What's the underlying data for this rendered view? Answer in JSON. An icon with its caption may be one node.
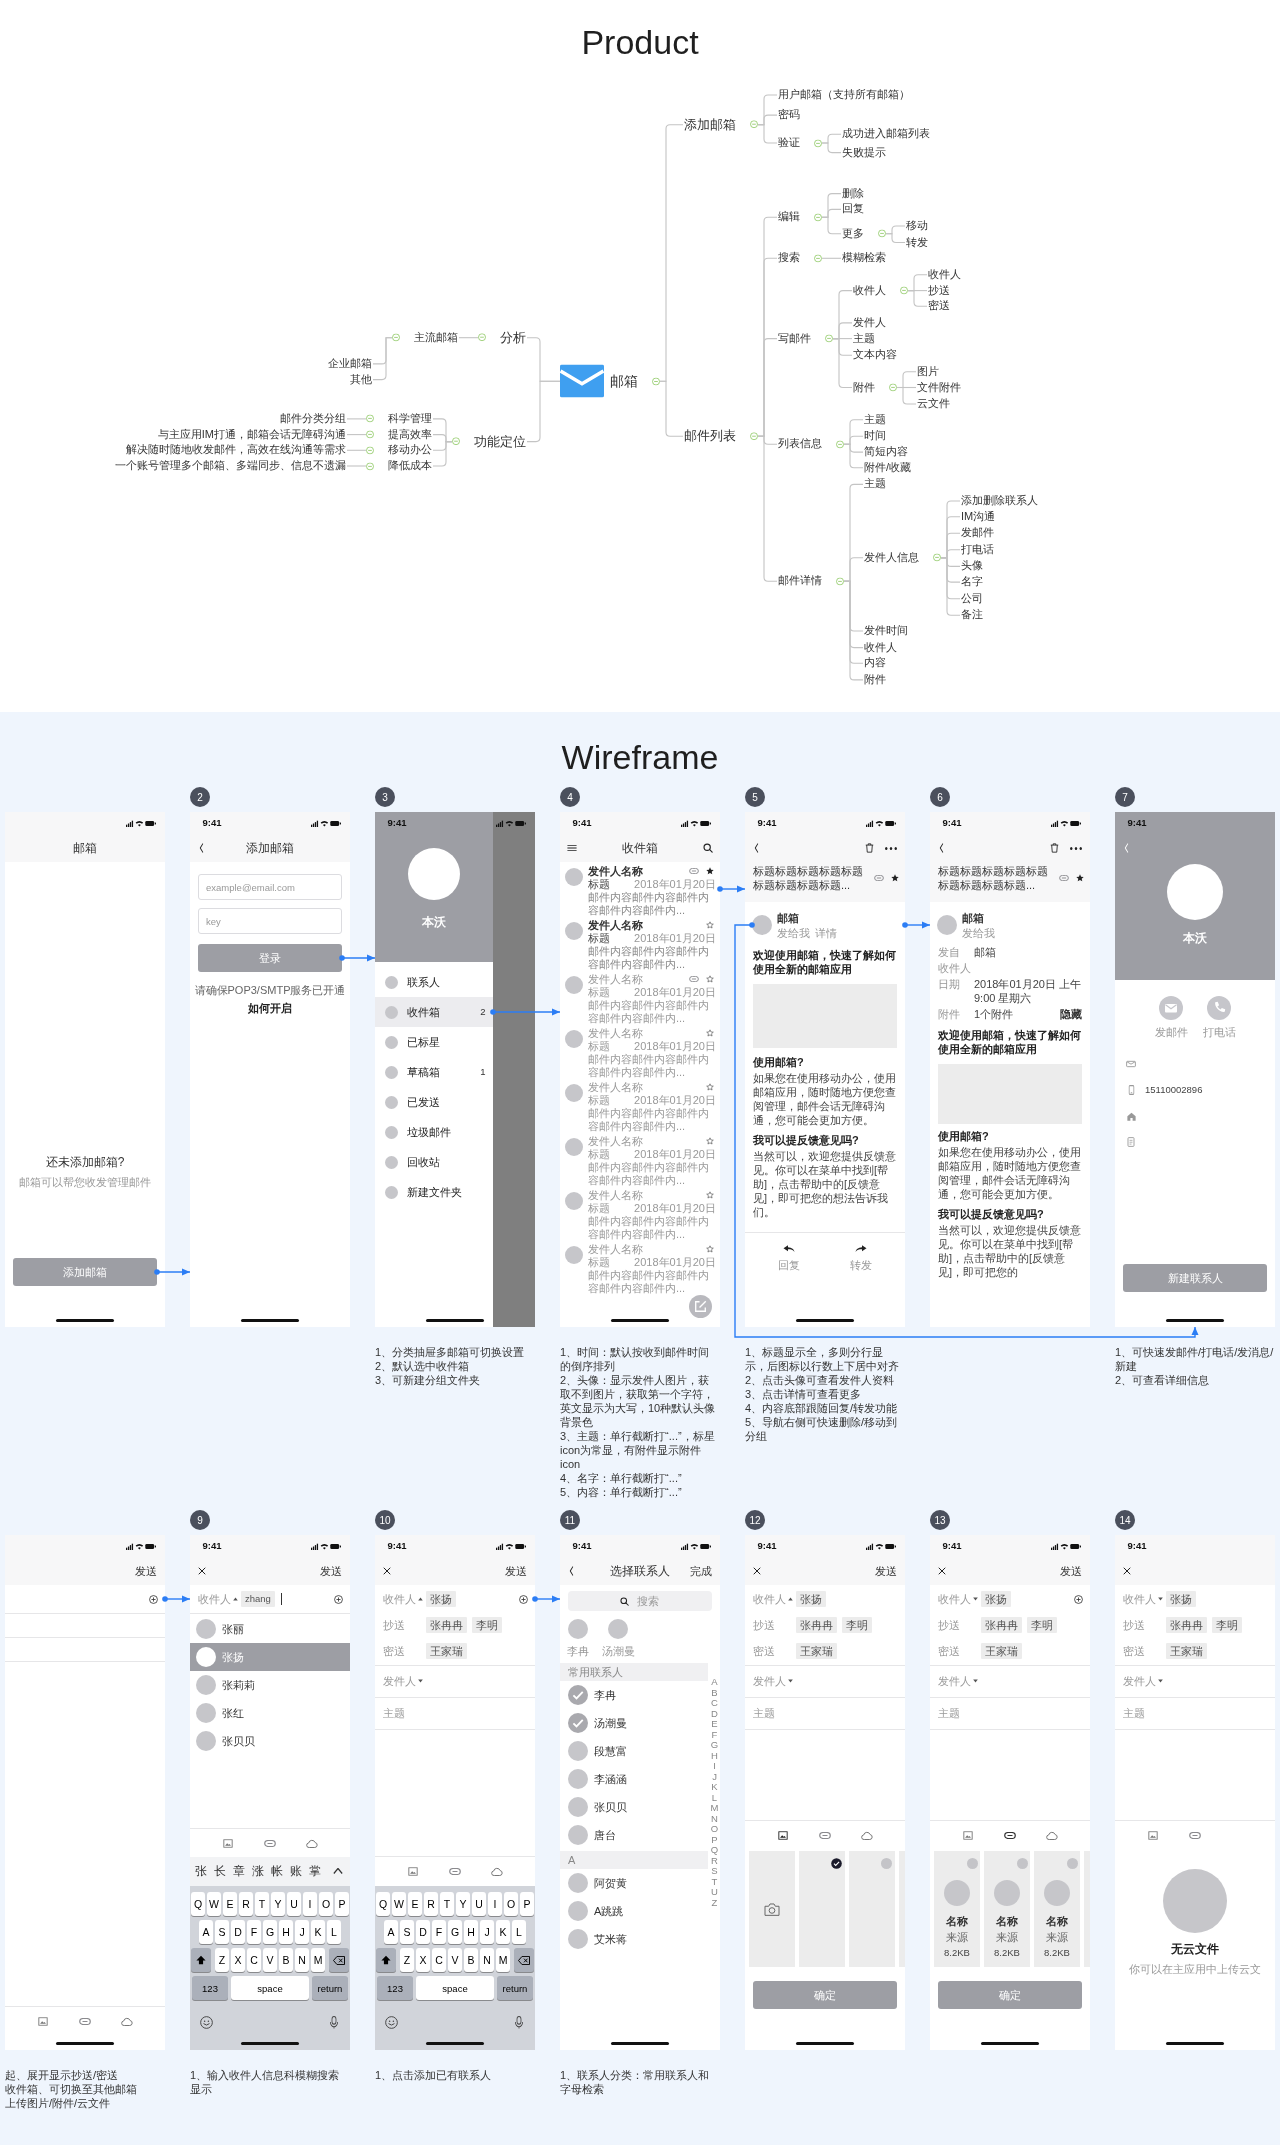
{
  "diagram": {
    "title": "Product",
    "nodes": [
      {
        "text": [
          "邮箱"
        ]
      },
      {
        "text": [
          "分析"
        ]
      },
      {
        "text": [
          "主流邮箱"
        ]
      },
      {
        "text": [
          "企业邮箱"
        ]
      },
      {
        "text": [
          "其他"
        ]
      },
      {
        "text": [
          "功能定位"
        ]
      },
      {
        "text": [
          "科学管理"
        ]
      },
      {
        "text": [
          "提高效率"
        ]
      },
      {
        "text": [
          "移动办公"
        ]
      },
      {
        "text": [
          "降低成本"
        ]
      },
      {
        "text": [
          "邮件分类分组"
        ]
      },
      {
        "text": [
          "与主应用IM打通，邮箱会话无障碍沟通"
        ]
      },
      {
        "text": [
          "解决随时随地收发邮件，高效在线沟通等需求"
        ]
      },
      {
        "text": [
          "一个账号管理多个邮箱、多端同步、信息不遗漏"
        ]
      },
      {
        "text": [
          "添加邮箱"
        ]
      },
      {
        "text": [
          "用户邮箱（支持所有邮箱）"
        ]
      },
      {
        "text": [
          "密码"
        ]
      },
      {
        "text": [
          "验证"
        ]
      },
      {
        "text": [
          "成功进入邮箱列表"
        ]
      },
      {
        "text": [
          "失败提示"
        ]
      },
      {
        "text": [
          "邮件列表"
        ]
      },
      {
        "text": [
          "编辑"
        ]
      },
      {
        "text": [
          "删除"
        ]
      },
      {
        "text": [
          "回复"
        ]
      },
      {
        "text": [
          "更多"
        ]
      },
      {
        "text": [
          "移动"
        ]
      },
      {
        "text": [
          "转发"
        ]
      },
      {
        "text": [
          "搜索"
        ]
      },
      {
        "text": [
          "模糊检索"
        ]
      },
      {
        "text": [
          "写邮件"
        ]
      },
      {
        "text": [
          "收件人"
        ]
      },
      {
        "text": [
          "收件人"
        ]
      },
      {
        "text": [
          "抄送"
        ]
      },
      {
        "text": [
          "密送"
        ]
      },
      {
        "text": [
          "发件人"
        ]
      },
      {
        "text": [
          "主题"
        ]
      },
      {
        "text": [
          "文本内容"
        ]
      },
      {
        "text": [
          "附件"
        ]
      },
      {
        "text": [
          "图片"
        ]
      },
      {
        "text": [
          "文件附件"
        ]
      },
      {
        "text": [
          "云文件"
        ]
      },
      {
        "text": [
          "列表信息"
        ]
      },
      {
        "text": [
          "主题"
        ]
      },
      {
        "text": [
          "时间"
        ]
      },
      {
        "text": [
          "简短内容"
        ]
      },
      {
        "text": [
          "附件/收藏"
        ]
      },
      {
        "text": [
          "邮件详情"
        ]
      },
      {
        "text": [
          "主题"
        ]
      },
      {
        "text": [
          "发件人信息"
        ]
      },
      {
        "text": [
          "添加删除联系人"
        ]
      },
      {
        "text": [
          "IM沟通"
        ]
      },
      {
        "text": [
          "发邮件"
        ]
      },
      {
        "text": [
          "打电话"
        ]
      },
      {
        "text": [
          "头像"
        ]
      },
      {
        "text": [
          "名字"
        ]
      },
      {
        "text": [
          "公司"
        ]
      },
      {
        "text": [
          "备注"
        ]
      },
      {
        "text": [
          "发件时间"
        ]
      },
      {
        "text": [
          "收件人"
        ]
      },
      {
        "text": [
          "内容"
        ]
      },
      {
        "text": [
          "附件"
        ]
      },
      {
        "text": [
          "邮箱",
          "还未添加邮箱?",
          "邮箱可以帮您收发管理邮件"
        ]
      },
      {
        "text": [
          "添加邮箱"
        ],
        "in": 61
      },
      {
        "text": [
          "2"
        ]
      },
      {
        "text": [
          "9:41",
          "添加邮箱",
          "请确保POP3/SMTP服务已开通",
          "如何开启"
        ]
      },
      {
        "text": [
          "example@email.com"
        ],
        "in": 64
      },
      {
        "text": [
          "key"
        ],
        "in": 64
      },
      {
        "text": [
          "登录"
        ],
        "in": 64
      },
      {
        "text": [
          "3"
        ]
      },
      {
        "text": [
          "9:41",
          "本沃",
          "联系人",
          "已标星",
          "草稿箱",
          "1",
          "已发送",
          "垃圾邮件",
          "回收站",
          "新建文件夹"
        ],
        "beside": [
          "1、分类抽屉多邮箱可切换设置",
          "2、默认选中收件箱",
          "3、可新建分组文件夹"
        ]
      },
      {
        "text": [
          "收件箱",
          "2"
        ],
        "in": 69
      },
      {
        "text": [
          "4"
        ]
      },
      {
        "text": [
          "9:41",
          "收件箱"
        ],
        "beside": [
          "1、时间：默认按收到邮件时间的倒序排列",
          "2、头像：显示发件人图片，获取不到图片，获取第一个字符，英文显示为大写，10种默认头像背景色",
          "3、主题：单行截断打“...”，标星icon为常显，有附件显示附件icon",
          "4、名字：单行截断打“...”",
          "5、内容：单行截断打“...”"
        ]
      },
      {
        "text": [
          "发件人名称",
          "标题",
          "2018年01月20日",
          "邮件内容邮件内容邮件内容邮件内容邮件内..."
        ],
        "in": 72
      },
      {
        "text": [
          "发件人名称",
          "标题",
          "2018年01月20日",
          "邮件内容邮件内容邮件内容邮件内容邮件内..."
        ],
        "in": 72
      },
      {
        "text": [
          "发件人名称",
          "标题",
          "2018年01月20日",
          "邮件内容邮件内容邮件内容邮件内容邮件内..."
        ],
        "in": 72
      },
      {
        "text": [
          "发件人名称",
          "标题",
          "2018年01月20日",
          "邮件内容邮件内容邮件内容邮件内容邮件内..."
        ],
        "in": 72
      },
      {
        "text": [
          "发件人名称",
          "标题",
          "2018年01月20日",
          "邮件内容邮件内容邮件内容邮件内容邮件内..."
        ],
        "in": 72
      },
      {
        "text": [
          "发件人名称",
          "标题",
          "2018年01月20日",
          "邮件内容邮件内容邮件内容邮件内容邮件内..."
        ],
        "in": 72
      },
      {
        "text": [
          "发件人名称",
          "标题",
          "2018年01月20日",
          "邮件内容邮件内容邮件内容邮件内容邮件内..."
        ],
        "in": 72
      },
      {
        "text": [
          "发件人名称",
          "标题",
          "2018年01月20日",
          "邮件内容邮件内容邮件内容邮件内容邮件内..."
        ],
        "in": 72
      },
      {
        "text": [
          "5"
        ]
      },
      {
        "text": [
          "9:41",
          "标题标题标题标题标题标题标题标题标题...",
          "邮箱",
          "发给我",
          "详情",
          "欢迎使用邮箱，快速了解如何使用全新的邮箱应用",
          "使用邮箱?",
          "如果您在使用移动办公，使用邮箱应用，随时随地方便您查阅管理，邮件会话无障碍沟通，您可能会更加方便。",
          "我可以提反馈意见吗?",
          "当然可以，欢迎您提供反馈意见。你可以在菜单中找到[帮助]，点击帮助中的[反馈意见]，即可把您的想法告诉我们。",
          "回复",
          "转发"
        ],
        "beside": [
          "1、标题显示全，多则分行显示，后图标以行数上下居中对齐",
          "2、点击头像可查看发件人资料",
          "3、点击详情可查看更多",
          "4、内容底部跟随回复/转发功能",
          "5、导航右侧可快速删除/移动到分组"
        ]
      },
      {
        "text": [],
        "shape": "circle",
        "in": 82
      },
      {
        "text": [
          "6"
        ]
      },
      {
        "text": [
          "9:41",
          "标题标题标题标题标题标题标题标题标题...",
          "邮箱",
          "发给我",
          "发自",
          "邮箱",
          "收件人",
          "日期",
          "2018年01月20日 上午9:00 星期六",
          "附件",
          "1个附件",
          "隐藏",
          "欢迎使用邮箱，快速了解如何使用全新的邮箱应用",
          "使用邮箱?",
          "如果您在使用移动办公，使用邮箱应用，随时随地方便您查阅管理，邮件会话无障碍沟通，您可能会更加方便。",
          "我可以提反馈意见吗?",
          "当然可以，欢迎您提供反馈意见。你可以在菜单中找到[帮助]，点击帮助中的[反馈意见]，即可把您的"
        ]
      },
      {
        "text": [
          "7"
        ]
      },
      {
        "text": [
          "9:41",
          "本沃",
          "发邮件",
          "打电话",
          "15110002896"
        ],
        "beside": [
          "1、可快速发邮件/打电话/发消息/新建",
          "2、可查看详细信息"
        ]
      },
      {
        "text": [
          "新建联系人"
        ],
        "in": 87
      },
      {
        "text": [
          "发送"
        ],
        "beside": [
          "起、展开显示抄送/密送",
          "收件箱、可切换至其他邮箱",
          "上传图片/附件/云文件"
        ]
      },
      {
        "text": [
          "9"
        ]
      },
      {
        "text": [
          "9:41",
          "发送",
          "收件人",
          "zhang",
          "张丽",
          "张莉莉",
          "张红",
          "张贝贝",
          "张",
          "长",
          "章",
          "涨",
          "帐",
          "账",
          "掌"
        ],
        "beside": [
          "1、输入收件人信息科模糊搜索显示"
        ]
      },
      {
        "text": [
          "张扬"
        ],
        "in": 91
      },
      {
        "text": [
          "Q",
          "W",
          "E",
          "R",
          "T",
          "Y",
          "U",
          "I",
          "O",
          "P",
          "A",
          "S",
          "D",
          "F",
          "G",
          "H",
          "J",
          "K",
          "L",
          "Z",
          "X",
          "C",
          "V",
          "B",
          "N",
          "M",
          "123",
          "space",
          "return"
        ],
        "in": 91
      },
      {
        "text": [
          "10"
        ]
      },
      {
        "text": [
          "9:41",
          "发送",
          "收件人",
          "张扬",
          "抄送",
          "张冉冉",
          "李明",
          "密送",
          "王家瑞",
          "发件人",
          "主题"
        ],
        "beside": [
          "1、点击添加已有联系人"
        ]
      },
      {
        "text": [
          "Q",
          "W",
          "E",
          "R",
          "T",
          "Y",
          "U",
          "I",
          "O",
          "P",
          "A",
          "S",
          "D",
          "F",
          "G",
          "H",
          "J",
          "K",
          "L",
          "Z",
          "X",
          "C",
          "V",
          "B",
          "N",
          "M",
          "123",
          "space",
          "return"
        ],
        "in": 95
      },
      {
        "text": [
          "11"
        ]
      },
      {
        "text": [
          "9:41",
          "选择联系人",
          "完成",
          "搜索",
          "李冉",
          "汤潮曼",
          "常用联系人",
          "李冉",
          "汤潮曼",
          "段慧富",
          "李涵涵",
          "张贝贝",
          "唐台",
          "A",
          "阿贺黄",
          "A跳跳",
          "艾米蒋",
          "A",
          "B",
          "C",
          "D",
          "E",
          "F",
          "G",
          "H",
          "I",
          "J",
          "K",
          "L",
          "M",
          "N",
          "O",
          "P",
          "Q",
          "R",
          "S",
          "T",
          "U",
          "Z"
        ],
        "beside": [
          "1、联系人分类：常用联系人和字母检索"
        ]
      },
      {
        "text": [
          "12"
        ]
      },
      {
        "text": [
          "9:41",
          "发送",
          "收件人",
          "张扬",
          "抄送",
          "张冉冉",
          "李明",
          "密送",
          "王家瑞",
          "发件人",
          "主题"
        ]
      },
      {
        "text": [
          "确定"
        ],
        "in": 100
      },
      {
        "text": [
          "13"
        ]
      },
      {
        "text": [
          "9:41",
          "发送",
          "收件人",
          "张扬",
          "抄送",
          "张冉冉",
          "李明",
          "密送",
          "王家瑞",
          "发件人",
          "主题",
          "名称",
          "来源",
          "8.2KB",
          "名称",
          "来源",
          "8.2KB",
          "名称",
          "来源",
          "8.2KB"
        ]
      },
      {
        "text": [
          "确定"
        ],
        "in": 103
      },
      {
        "text": [
          "14"
        ]
      },
      {
        "text": [
          "9:41",
          "收件人",
          "张扬",
          "抄送",
          "张冉冉",
          "李明",
          "密送",
          "王家瑞",
          "发件人",
          "主题",
          "无云文件",
          "你可以在主应用中上传云文"
        ]
      }
    ],
    "edges": [
      {
        "from": 0,
        "to": 1,
        "arrow": "none"
      },
      {
        "from": 0,
        "to": 5,
        "arrow": "none"
      },
      {
        "from": 1,
        "to": 2,
        "arrow": "none"
      },
      {
        "from": 2,
        "to": 3,
        "arrow": "none"
      },
      {
        "from": 2,
        "to": 4,
        "arrow": "none"
      },
      {
        "from": 5,
        "to": 6,
        "arrow": "none"
      },
      {
        "from": 5,
        "to": 7,
        "arrow": "none"
      },
      {
        "from": 5,
        "to": 8,
        "arrow": "none"
      },
      {
        "from": 5,
        "to": 9,
        "arrow": "none"
      },
      {
        "from": 6,
        "to": 10,
        "arrow": "none"
      },
      {
        "from": 7,
        "to": 11,
        "arrow": "none"
      },
      {
        "from": 8,
        "to": 12,
        "arrow": "none"
      },
      {
        "from": 9,
        "to": 13,
        "arrow": "none"
      },
      {
        "from": 0,
        "to": 14,
        "arrow": "none"
      },
      {
        "from": 14,
        "to": 15,
        "arrow": "none"
      },
      {
        "from": 14,
        "to": 16,
        "arrow": "none"
      },
      {
        "from": 14,
        "to": 17,
        "arrow": "none"
      },
      {
        "from": 17,
        "to": 18,
        "arrow": "none"
      },
      {
        "from": 17,
        "to": 19,
        "arrow": "none"
      },
      {
        "from": 0,
        "to": 20,
        "arrow": "none"
      },
      {
        "from": 20,
        "to": 21,
        "arrow": "none"
      },
      {
        "from": 20,
        "to": 27,
        "arrow": "none"
      },
      {
        "from": 20,
        "to": 29,
        "arrow": "none"
      },
      {
        "from": 20,
        "to": 41,
        "arrow": "none"
      },
      {
        "from": 20,
        "to": 46,
        "arrow": "none"
      },
      {
        "from": 21,
        "to": 22,
        "arrow": "none"
      },
      {
        "from": 21,
        "to": 23,
        "arrow": "none"
      },
      {
        "from": 21,
        "to": 24,
        "arrow": "none"
      },
      {
        "from": 24,
        "to": 25,
        "arrow": "none"
      },
      {
        "from": 24,
        "to": 26,
        "arrow": "none"
      },
      {
        "from": 27,
        "to": 28,
        "arrow": "none"
      },
      {
        "from": 29,
        "to": 30,
        "arrow": "none"
      },
      {
        "from": 29,
        "to": 34,
        "arrow": "none"
      },
      {
        "from": 29,
        "to": 35,
        "arrow": "none"
      },
      {
        "from": 29,
        "to": 36,
        "arrow": "none"
      },
      {
        "from": 29,
        "to": 37,
        "arrow": "none"
      },
      {
        "from": 30,
        "to": 31,
        "arrow": "none"
      },
      {
        "from": 30,
        "to": 32,
        "arrow": "none"
      },
      {
        "from": 30,
        "to": 33,
        "arrow": "none"
      },
      {
        "from": 37,
        "to": 38,
        "arrow": "none"
      },
      {
        "from": 37,
        "to": 39,
        "arrow": "none"
      },
      {
        "from": 37,
        "to": 40,
        "arrow": "none"
      },
      {
        "from": 41,
        "to": 42,
        "arrow": "none"
      },
      {
        "from": 41,
        "to": 43,
        "arrow": "none"
      },
      {
        "from": 41,
        "to": 44,
        "arrow": "none"
      },
      {
        "from": 41,
        "to": 45,
        "arrow": "none"
      },
      {
        "from": 46,
        "to": 47,
        "arrow": "none"
      },
      {
        "from": 46,
        "to": 48,
        "arrow": "none"
      },
      {
        "from": 46,
        "to": 57,
        "arrow": "none"
      },
      {
        "from": 46,
        "to": 58,
        "arrow": "none"
      },
      {
        "from": 46,
        "to": 59,
        "arrow": "none"
      },
      {
        "from": 46,
        "to": 60,
        "arrow": "none"
      },
      {
        "from": 48,
        "to": 49,
        "arrow": "none"
      },
      {
        "from": 48,
        "to": 50,
        "arrow": "none"
      },
      {
        "from": 48,
        "to": 51,
        "arrow": "none"
      },
      {
        "from": 48,
        "to": 52,
        "arrow": "none"
      },
      {
        "from": 48,
        "to": 53,
        "arrow": "none"
      },
      {
        "from": 48,
        "to": 54,
        "arrow": "none"
      },
      {
        "from": 48,
        "to": 55,
        "arrow": "none"
      },
      {
        "from": 48,
        "to": 56,
        "arrow": "none"
      },
      {
        "from": 62,
        "to": 64,
        "arrow": "to",
        "color": "#2b7df5"
      },
      {
        "from": 67,
        "to": 69,
        "arrow": "to",
        "color": "#2b7df5"
      },
      {
        "from": 70,
        "to": 72,
        "arrow": "to",
        "color": "#2b7df5"
      },
      {
        "from": 73,
        "to": 82,
        "arrow": "to",
        "color": "#2b7df5"
      },
      {
        "from": 83,
        "to": 87,
        "arrow": "to",
        "color": "#2b7df5"
      },
      {
        "from": 82,
        "to": 85,
        "arrow": "to",
        "color": "#2b7df5"
      },
      {
        "from": 89,
        "to": 91,
        "arrow": "to",
        "color": "#2b7df5"
      },
      {
        "from": 95,
        "to": 98,
        "arrow": "to",
        "color": "#2b7df5"
      }
    ],
    "labels": [
      "Wireframe"
    ]
  }
}
